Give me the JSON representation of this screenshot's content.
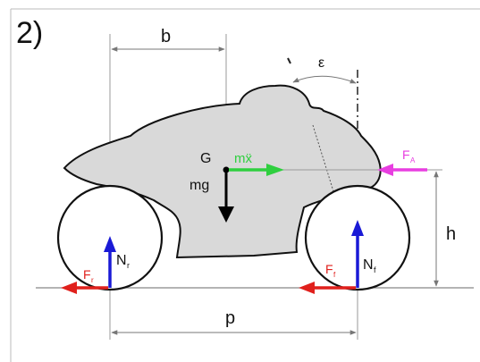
{
  "figure": {
    "number_label": "2)",
    "labels": {
      "b": "b",
      "epsilon": "ε",
      "G": "G",
      "mx": "mẍ",
      "mg": "mg",
      "FA": "F",
      "FA_sub": "A",
      "h": "h",
      "p": "p",
      "Nr": "N",
      "Nr_sub": "r",
      "Nf": "N",
      "Nf_sub": "f",
      "Fr": "F",
      "Fr_sub": "r",
      "Ff": "F",
      "Ff_sub": "f"
    },
    "colors": {
      "body_fill": "#d9d9d9",
      "outline": "#111111",
      "normal_force": "#1a1ad6",
      "friction_force": "#e0201c",
      "inertia_force": "#2fcf3f",
      "aero_force": "#e83ee0",
      "weight_force": "#000000",
      "dimension_lines": "#888888"
    }
  }
}
